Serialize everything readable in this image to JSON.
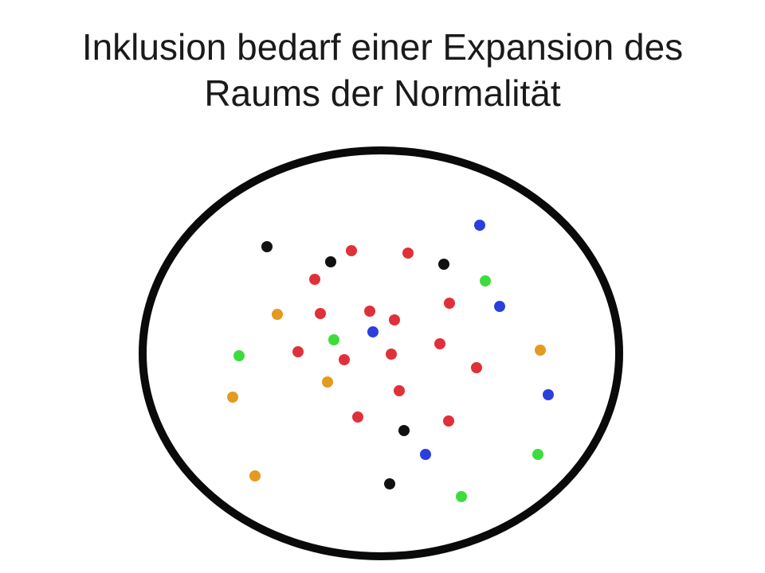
{
  "title": {
    "line1": "Inklusion bedarf einer Expansion des",
    "line2": "Raums der Normalität"
  },
  "colors": {
    "red": "#e0303a",
    "black": "#111111",
    "blue": "#2a3fdc",
    "green": "#3ddc3d",
    "orange": "#e39a1e",
    "circle": "#0a0a0a"
  },
  "dots": [
    {
      "color": "black"
    },
    {
      "color": "black"
    },
    {
      "color": "red"
    },
    {
      "color": "red"
    },
    {
      "color": "black"
    },
    {
      "color": "blue"
    },
    {
      "color": "red"
    },
    {
      "color": "green"
    },
    {
      "color": "red"
    },
    {
      "color": "blue"
    },
    {
      "color": "orange"
    },
    {
      "color": "red"
    },
    {
      "color": "red"
    },
    {
      "color": "red"
    },
    {
      "color": "blue"
    },
    {
      "color": "green"
    },
    {
      "color": "red"
    },
    {
      "color": "red"
    },
    {
      "color": "red"
    },
    {
      "color": "red"
    },
    {
      "color": "orange"
    },
    {
      "color": "green"
    },
    {
      "color": "red"
    },
    {
      "color": "orange"
    },
    {
      "color": "orange"
    },
    {
      "color": "red"
    },
    {
      "color": "blue"
    },
    {
      "color": "red"
    },
    {
      "color": "red"
    },
    {
      "color": "black"
    },
    {
      "color": "blue"
    },
    {
      "color": "green"
    },
    {
      "color": "orange"
    },
    {
      "color": "black"
    },
    {
      "color": "green"
    }
  ]
}
